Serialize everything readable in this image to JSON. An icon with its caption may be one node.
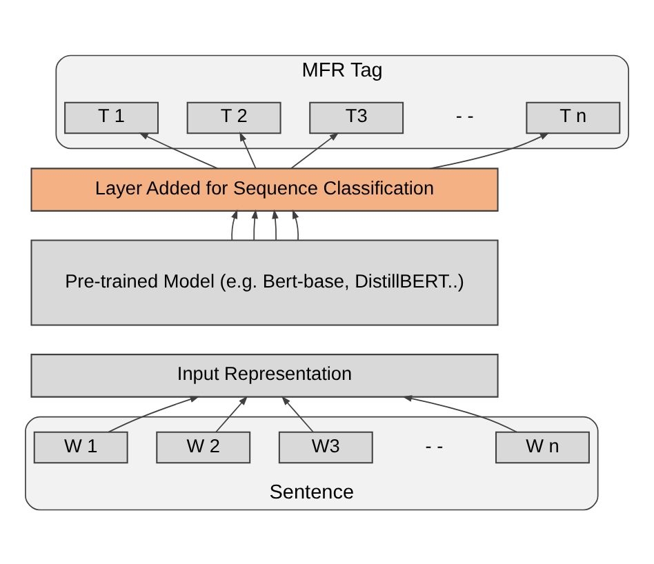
{
  "diagram": {
    "nodes": [
      {
        "text": [
          "MFR Tag"
        ]
      },
      {
        "text": [
          "T 1"
        ],
        "in": 0
      },
      {
        "text": [
          "T 2"
        ],
        "in": 0
      },
      {
        "text": [
          "T3"
        ],
        "in": 0
      },
      {
        "text": [
          "T n"
        ],
        "in": 0
      },
      {
        "text": [
          "Layer Added for Sequence Classification"
        ]
      },
      {
        "text": [
          "Pre-trained Model (e.g. Bert-base, DistillBERT..)"
        ]
      },
      {
        "text": [
          "Input Representation"
        ]
      },
      {
        "text": [
          "Sentence"
        ]
      },
      {
        "text": [
          "W 1"
        ],
        "in": 8
      },
      {
        "text": [
          "W 2"
        ],
        "in": 8
      },
      {
        "text": [
          "W3"
        ],
        "in": 8
      },
      {
        "text": [
          "W n"
        ],
        "in": 8
      }
    ],
    "edges": [
      {
        "from": 5,
        "to": 1,
        "arrow": "to"
      },
      {
        "from": 5,
        "to": 2,
        "arrow": "to"
      },
      {
        "from": 5,
        "to": 3,
        "arrow": "to"
      },
      {
        "from": 5,
        "to": 4,
        "arrow": "to"
      },
      {
        "from": 6,
        "to": 5,
        "arrow": "to"
      },
      {
        "from": 6,
        "to": 5,
        "arrow": "to"
      },
      {
        "from": 6,
        "to": 5,
        "arrow": "to"
      },
      {
        "from": 6,
        "to": 5,
        "arrow": "to"
      },
      {
        "from": 9,
        "to": 7,
        "arrow": "to"
      },
      {
        "from": 10,
        "to": 7,
        "arrow": "to"
      },
      {
        "from": 11,
        "to": 7,
        "arrow": "to"
      },
      {
        "from": 12,
        "to": 7,
        "arrow": "to"
      }
    ],
    "labels": [
      "- -",
      "- -"
    ]
  }
}
